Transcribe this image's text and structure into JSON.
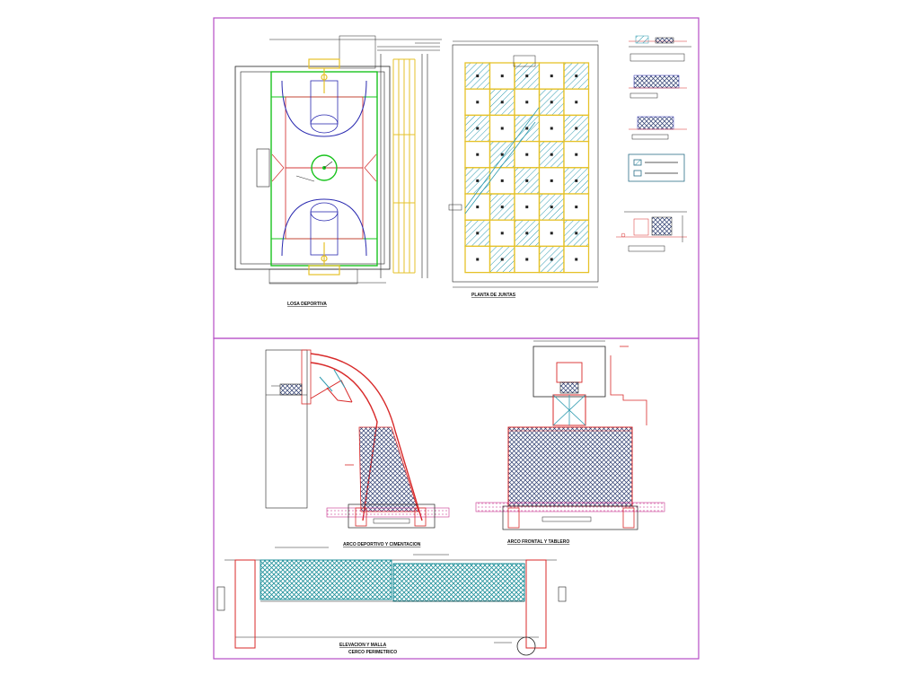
{
  "sheet": {
    "title_court_plan": "LOSA DEPORTIVA",
    "title_grid_plan": "PLANTA DE JUNTAS",
    "title_hoop_side": "ARCO DEPORTIVO Y CIMENTACION",
    "title_hoop_front": "ARCO FRONTAL Y TABLERO",
    "title_fence": "ELEVACION Y MALLA",
    "title_fence_sub": "CERCO PERIMETRICO"
  },
  "colors": {
    "frame": "#b64cc6",
    "court_green": "#19c31e",
    "court_red": "#d63a3a",
    "court_blue": "#2a2ab0",
    "court_yellow": "#e6c229",
    "hatch_blue": "#2f9bb0",
    "line_black": "#222222",
    "structure_red": "#d82a2a",
    "mesh_teal": "#1d8f99",
    "ground_pink": "#c9338e"
  },
  "icons": {
    "hoop": "basketball-hoop-icon",
    "detail_callout": "detail-callout-icon"
  }
}
